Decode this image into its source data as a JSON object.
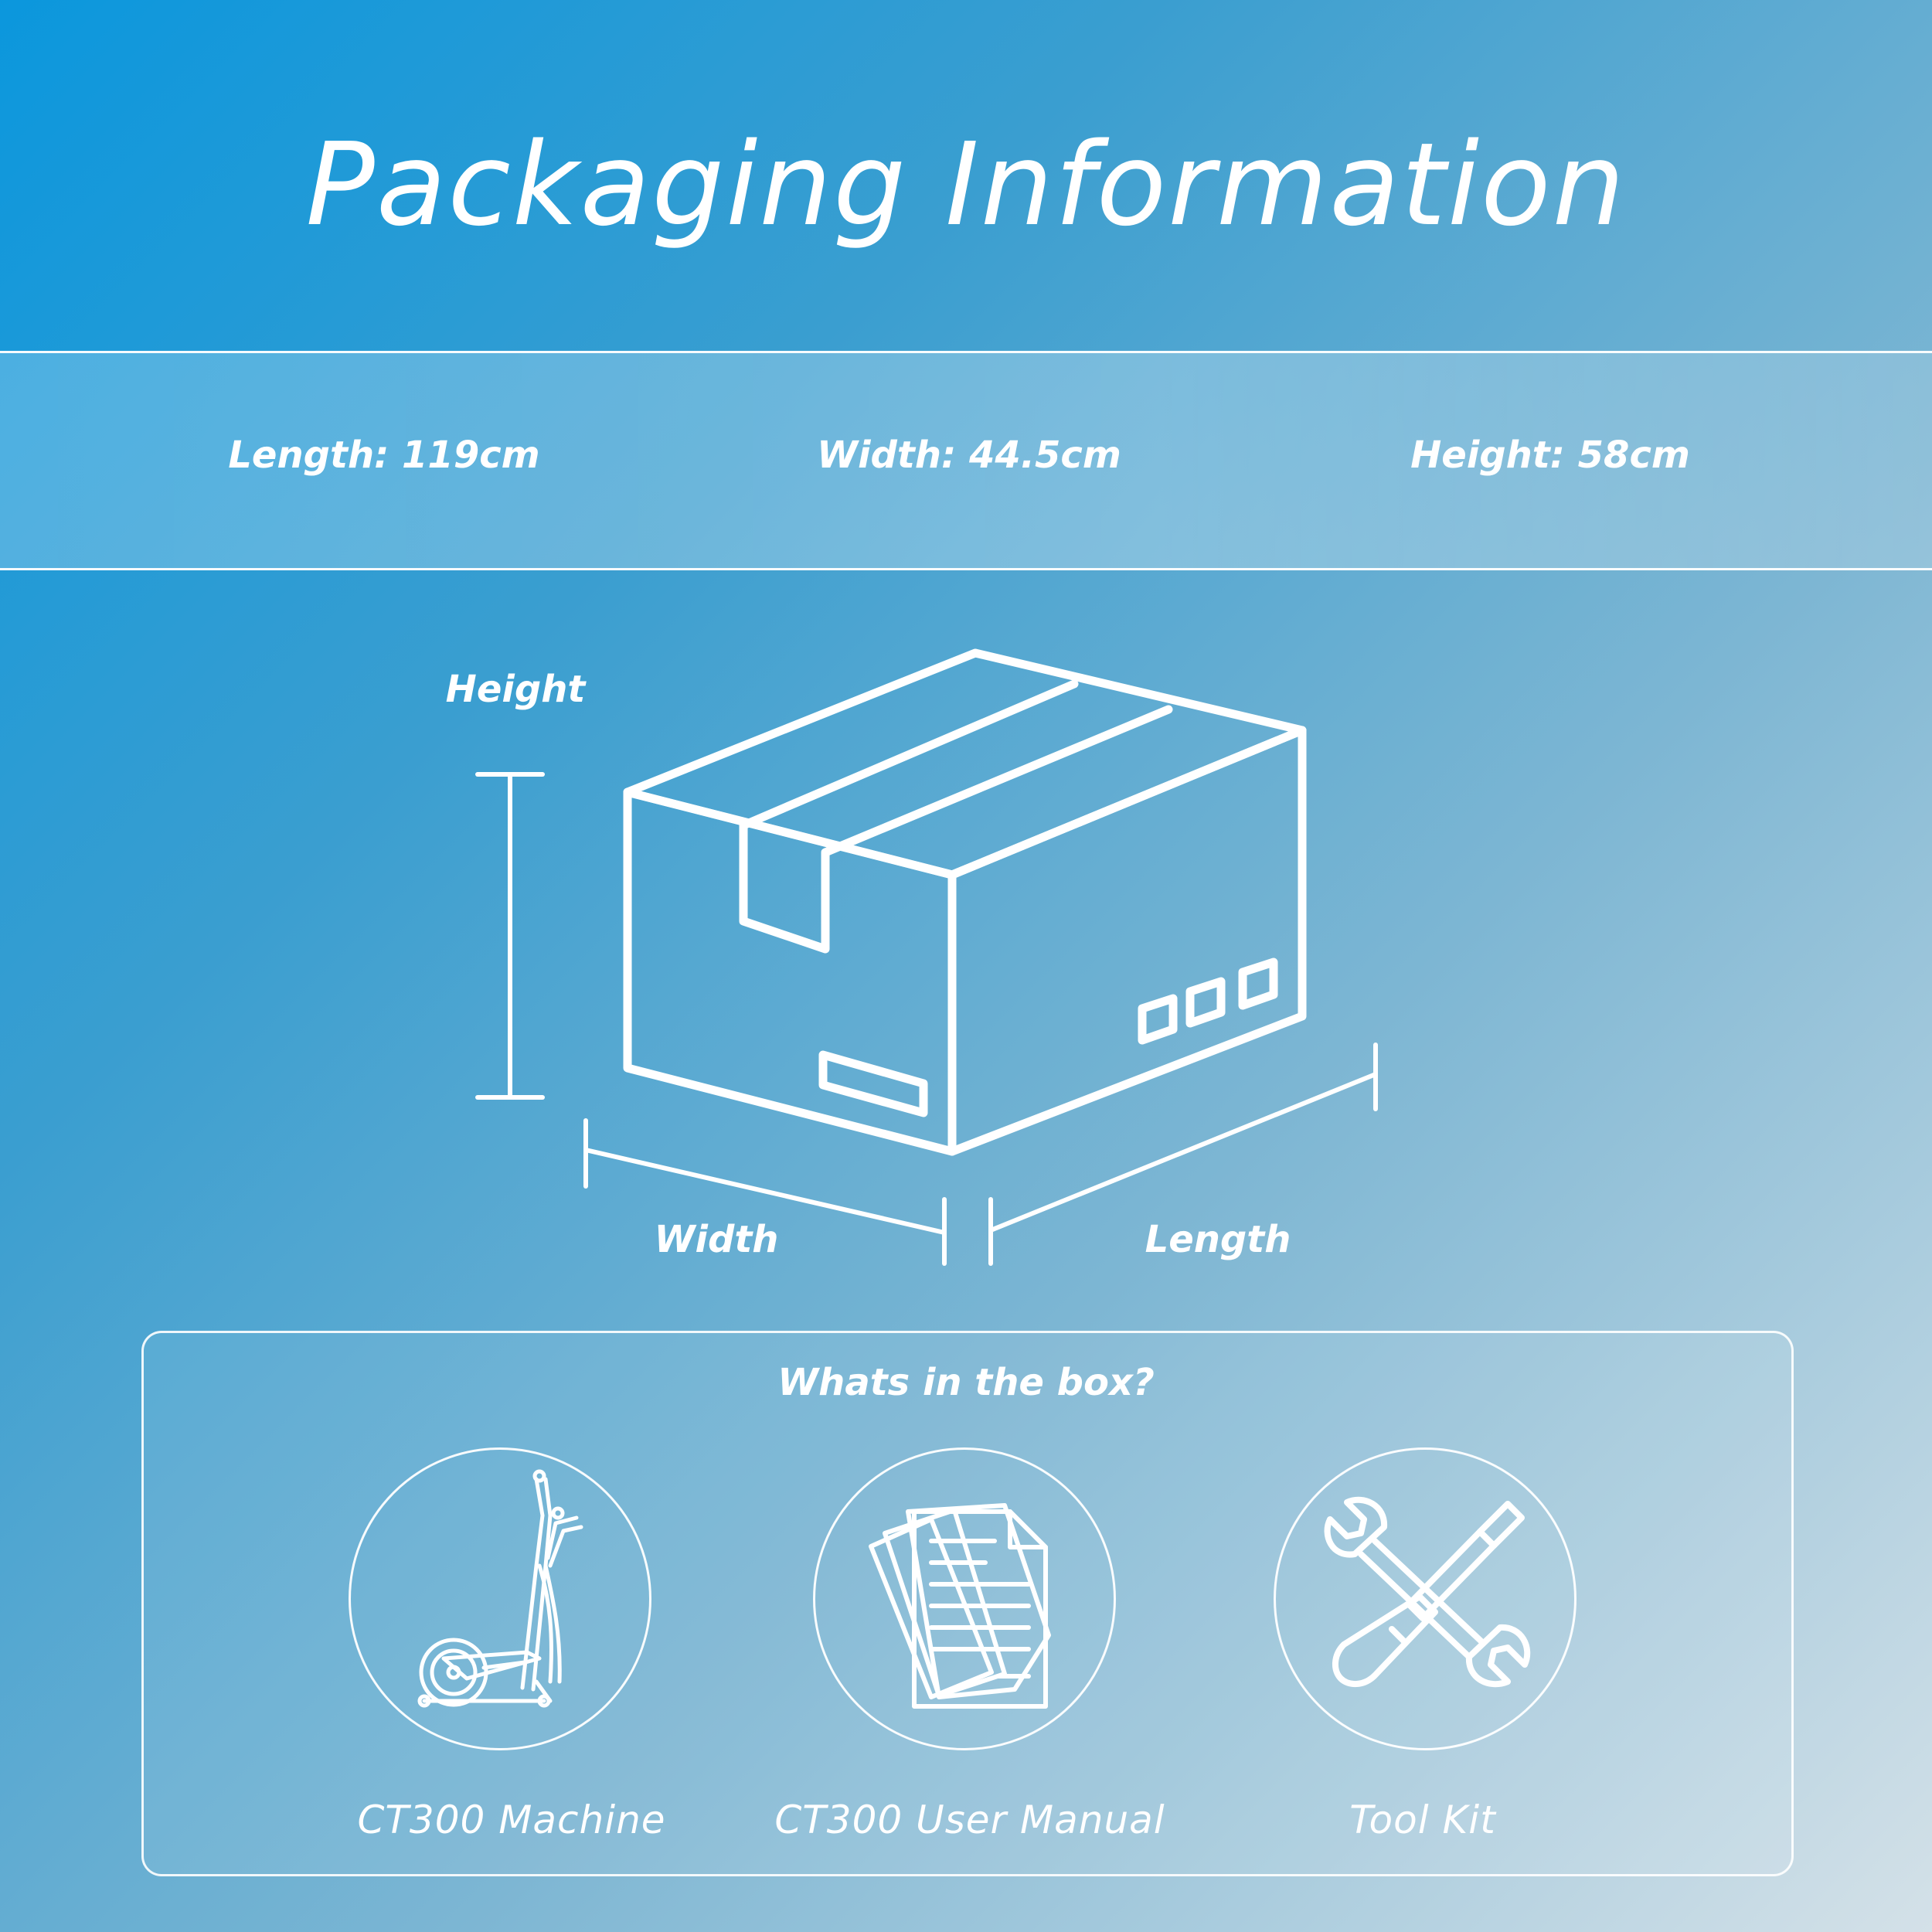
{
  "header": {
    "title": "Packaging Information"
  },
  "dimensions": {
    "length": "Length: 119cm",
    "width": "Width: 44.5cm",
    "height": "Height: 58cm"
  },
  "diagram": {
    "height_label": "Height",
    "width_label": "Width",
    "length_label": "Length"
  },
  "contents": {
    "title": "Whats in the box?",
    "items": [
      {
        "label": "CT300 Machine",
        "icon": "elliptical-trainer-icon"
      },
      {
        "label": "CT300 User Manual",
        "icon": "documents-icon"
      },
      {
        "label": "Tool Kit",
        "icon": "tools-icon"
      }
    ]
  }
}
